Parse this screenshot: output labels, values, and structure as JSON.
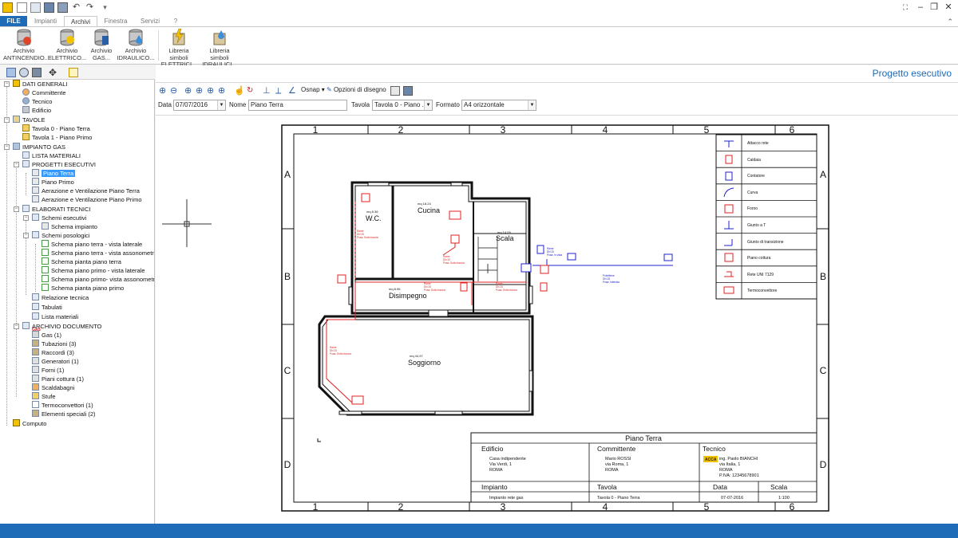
{
  "ribbon_tabs": {
    "file": "FILE",
    "impianti": "Impianti",
    "archivi": "Archivi",
    "finestra": "Finestra",
    "servizi": "Servizi",
    "help": "?"
  },
  "ribbon_buttons": [
    {
      "line1": "Archivio",
      "line2": "ANTINCENDIO..."
    },
    {
      "line1": "Archivio",
      "line2": "ELETTRICO..."
    },
    {
      "line1": "Archivio",
      "line2": "GAS..."
    },
    {
      "line1": "Archivio",
      "line2": "IDRAULICO..."
    },
    {
      "line1": "Libreria simboli",
      "line2": "ELETTRICI..."
    },
    {
      "line1": "Libreria simboli",
      "line2": "IDRAULICI..."
    }
  ],
  "tree": {
    "dati_generali": "DATI GENERALI",
    "committente": "Committente",
    "tecnico": "Tecnico",
    "edificio": "Edificio",
    "tavole": "TAVOLE",
    "tavola0": "Tavola 0 - Piano Terra",
    "tavola1": "Tavola 1 - Piano Primo",
    "impianto_gas": "IMPIANTO GAS",
    "lista_materiali": "LISTA MATERIALI",
    "progetti_esecutivi": "PROGETTI ESECUTIVI",
    "piano_terra": "Piano Terra",
    "piano_primo": "Piano Primo",
    "aerazione_terra": "Aerazione e Ventilazione  Piano Terra",
    "aerazione_primo": "Aerazione e Ventilazione  Piano Primo",
    "elaborati_tecnici": "ELABORATI TECNICI",
    "schemi_esecutivi": "Schemi esecutivi",
    "schema_impianto": "Schema impianto",
    "schemi_posologici": "Schemi posologici",
    "s1": "Schema piano terra -  vista laterale",
    "s2": "Schema piano terra - vista assonometrica",
    "s3": "Schema pianta piano terra",
    "s4": "Schema piano primo - vista laterale",
    "s5": "Schema piano primo- vista assonometrica",
    "s6": "Schema pianta piano primo",
    "relazione": "Relazione tecnica",
    "tabulati": "Tabulati",
    "lista_materiali2": "Lista materiali",
    "archivio_documento": "ARCHIVIO DOCUMENTO",
    "gas": "Gas (1)",
    "tubazioni": "Tubazioni (3)",
    "raccordi": "Raccordi (3)",
    "generatori": "Generatori (1)",
    "forni": "Forni (1)",
    "piani_cottura": "Piani cottura (1)",
    "scaldabagni": "Scaldabagni",
    "stufe": "Stufe",
    "termoconvettori": "Termoconvettori (1)",
    "elementi_speciali": "Elementi speciali (2)",
    "computo": "Computo",
    "gas_badge": "GAS"
  },
  "main": {
    "title": "Progetto esecutivo",
    "osnap": "Osnap",
    "opzioni": "Opzioni di disegno",
    "data_label": "Data",
    "data_value": "07/07/2016",
    "nome_label": "Nome",
    "nome_value": "Piano Terra",
    "tavola_label": "Tavola",
    "tavola_value": "Tavola 0 - Piano ...",
    "formato_label": "Formato",
    "formato_value": "A4 orizzontale"
  },
  "drawing": {
    "cols": [
      "1",
      "2",
      "3",
      "4",
      "5",
      "6"
    ],
    "rows": [
      "A",
      "B",
      "C",
      "D"
    ],
    "rooms": {
      "wc": "W.C.",
      "wc_mq": "mq 8.36",
      "cucina": "Cucina",
      "cucina_mq": "mq 18.24",
      "scala": "Scala",
      "scala_mq": "mq 14.09",
      "disimpegno": "Disimpegno",
      "disimpegno_mq": "mq 8.96",
      "soggiorno": "Soggiorno",
      "soggiorno_mq": "mq 44.97"
    },
    "pipe_notes": {
      "rame1": "Rame",
      "rame2": "DN 20",
      "rame3": "Posa: Sotto traccia",
      "poliet1": "Polietilene",
      "poliet2": "DN 25",
      "poliet3": "Posa: Interrata",
      "note_label": "Posa: In vista"
    },
    "legend": [
      "Attacco rete",
      "Caldaia",
      "Contatore",
      "Curva",
      "Forno",
      "Giunto a T",
      "Giunto di transizione",
      "Piano cottura",
      "Rete UNI 7129",
      "Termoconvettore"
    ],
    "titleblock": {
      "title": "Piano Terra",
      "edificio_h": "Edificio",
      "edificio_1": "Casa indipendente",
      "edificio_2": "Via Verdi, 1",
      "edificio_3": "ROMA",
      "committente_h": "Committente",
      "committente_1": "Mario ROSSI",
      "committente_2": "via Roma, 1",
      "committente_3": "ROMA",
      "tecnico_h": "Tecnico",
      "tecnico_1": "ing. Paolo BIANCHI",
      "tecnico_2": "via Italia, 1",
      "tecnico_3": "ROMA",
      "tecnico_4": "P.IVA: 12345678901",
      "logo": "ACCA",
      "impianto_h": "Impianto",
      "impianto_v": "Impianto rete gas",
      "tavola_h": "Tavola",
      "tavola_v": "Tavola 0 - Piano Terra",
      "data_h": "Data",
      "data_v": "07-07-2016",
      "scala_h": "Scala",
      "scala_v": "1:100"
    }
  },
  "colors": {
    "accent": "#1e6bb8",
    "pipe_red": "#e02020",
    "pipe_blue": "#2020d0",
    "selection": "#3399ff"
  }
}
